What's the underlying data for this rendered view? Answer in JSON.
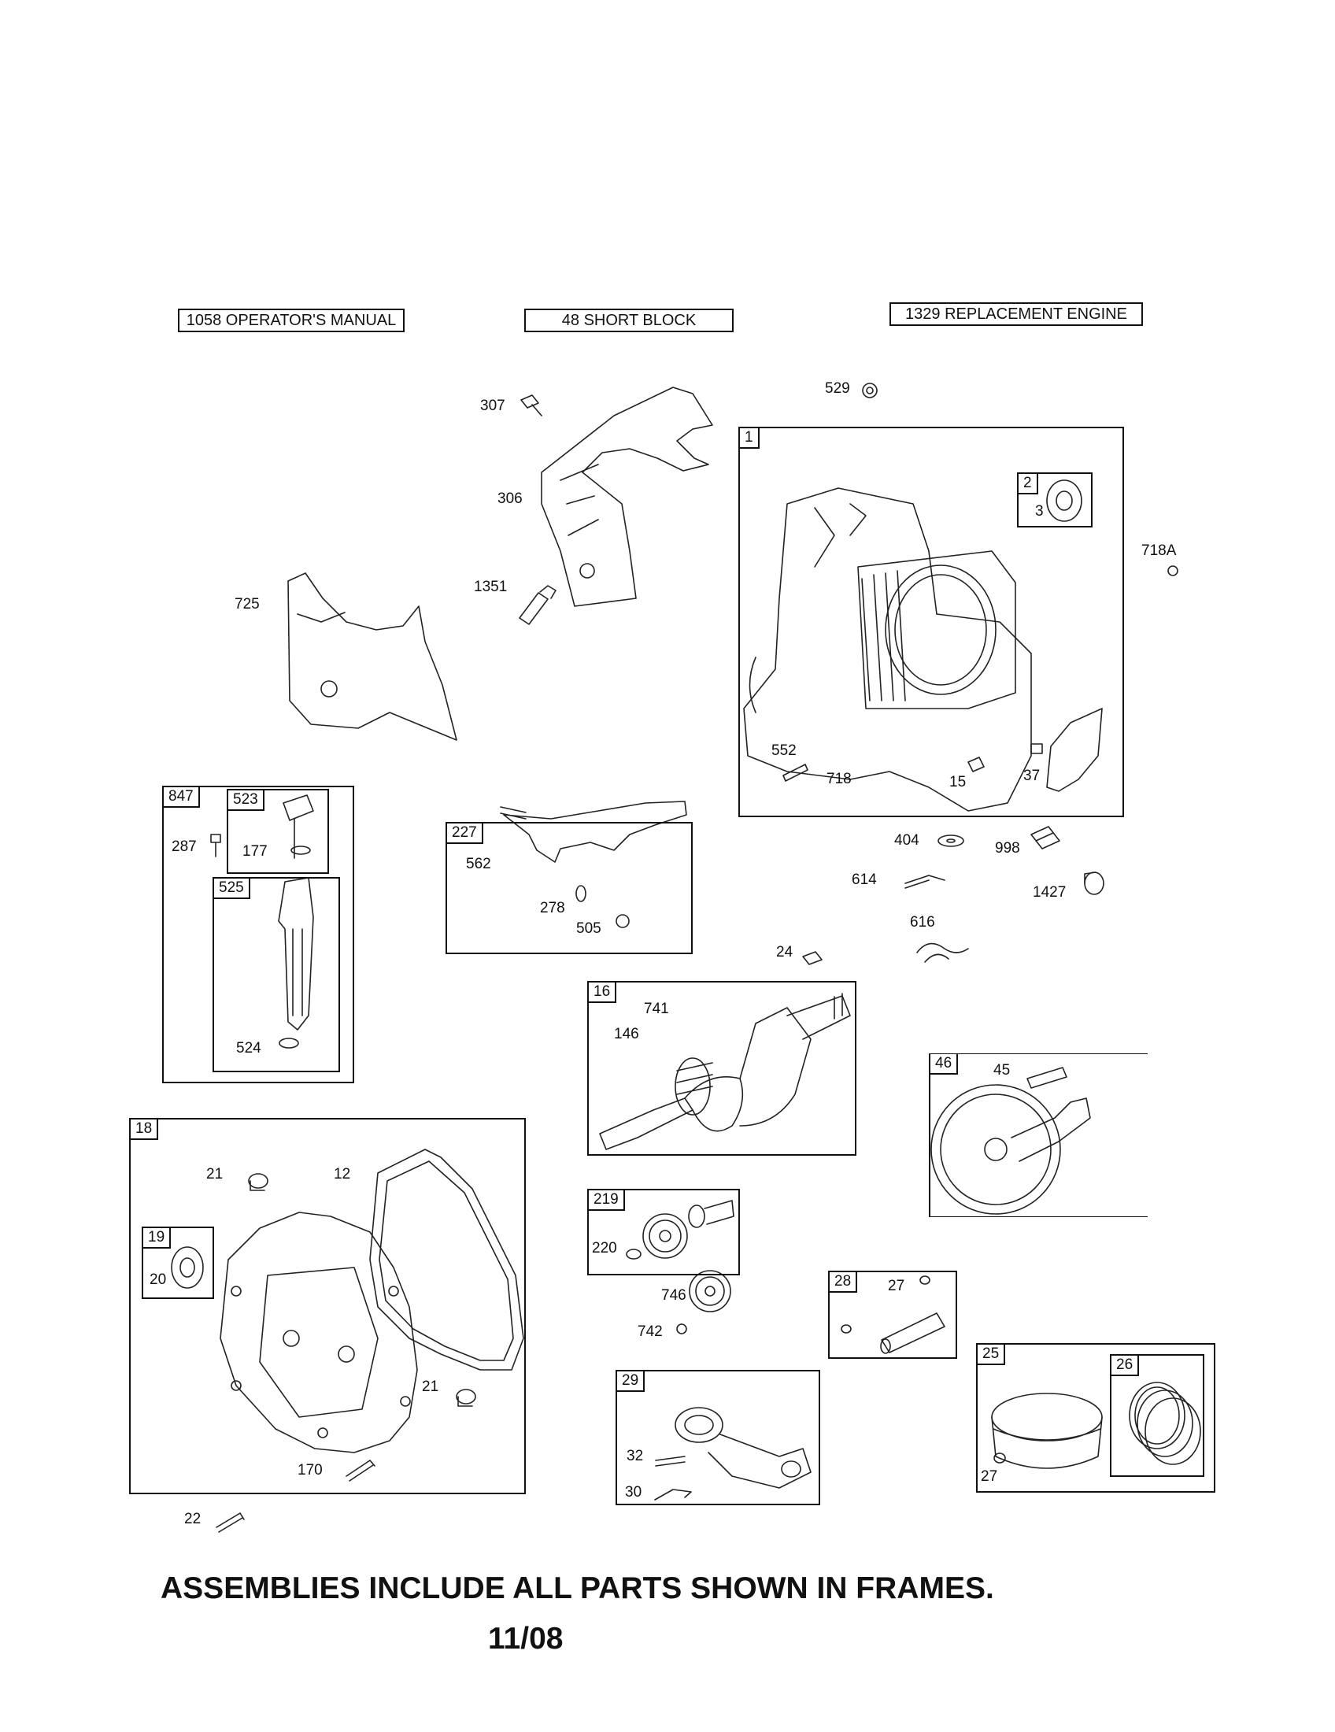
{
  "header_boxes": {
    "operators_manual": "1058 OPERATOR'S MANUAL",
    "short_block": "48 SHORT BLOCK",
    "replacement_engine": "1329 REPLACEMENT ENGINE"
  },
  "frames": {
    "f1": "1",
    "f2": "2",
    "f847": "847",
    "f523": "523",
    "f525": "525",
    "f227": "227",
    "f16": "16",
    "f46": "46",
    "f18": "18",
    "f19": "19",
    "f219": "219",
    "f28": "28",
    "f25": "25",
    "f26": "26",
    "f29": "29"
  },
  "labels": {
    "p307": "307",
    "p529": "529",
    "p306": "306",
    "p3": "3",
    "p718A": "718A",
    "p725": "725",
    "p1351": "1351",
    "p552": "552",
    "p718": "718",
    "p15": "15",
    "p37": "37",
    "p287": "287",
    "p177": "177",
    "p524": "524",
    "p562": "562",
    "p278": "278",
    "p505": "505",
    "p404": "404",
    "p998": "998",
    "p614": "614",
    "p1427": "1427",
    "p616": "616",
    "p24": "24",
    "p741": "741",
    "p146": "146",
    "p45": "45",
    "p21a": "21",
    "p12": "12",
    "p20": "20",
    "p21b": "21",
    "p170": "170",
    "p22": "22",
    "p220": "220",
    "p746": "746",
    "p742": "742",
    "p27a": "27",
    "p32": "32",
    "p30": "30",
    "p27b": "27"
  },
  "footer": {
    "note": "ASSEMBLIES INCLUDE ALL PARTS SHOWN IN FRAMES.",
    "date": "11/08"
  }
}
